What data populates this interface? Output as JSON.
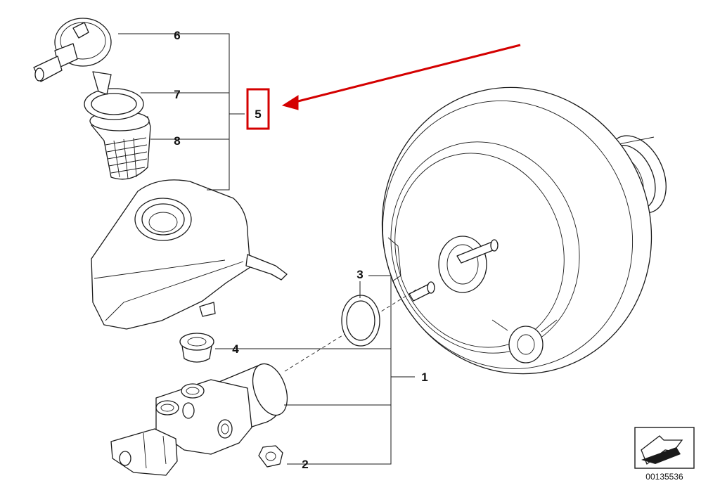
{
  "callouts": {
    "c1": "1",
    "c2": "2",
    "c3": "3",
    "c4": "4",
    "c5": "5",
    "c6": "6",
    "c7": "7",
    "c8": "8"
  },
  "reference_number": "00135536",
  "highlight_color": "#d40000",
  "icons": [
    "arrow-icon"
  ]
}
